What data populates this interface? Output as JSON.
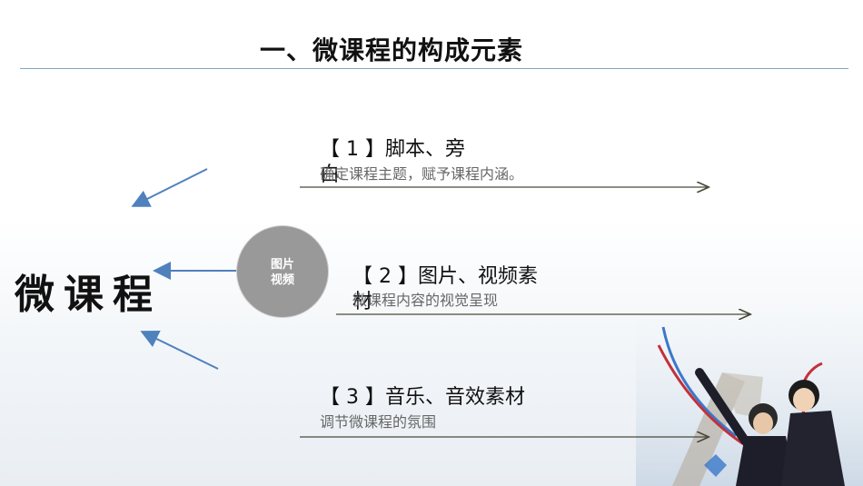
{
  "title": "一、微课程的构成元素",
  "vertical_label": "微课程",
  "circle_label": [
    "图片",
    "视频"
  ],
  "items": [
    {
      "title": "【 1 】脚本、旁白",
      "title_line1": "【 1 】脚本、旁",
      "title_line2": "白",
      "desc": "确定课程主题，赋予课程内涵。"
    },
    {
      "title": "【 2 】图片、视频素材",
      "title_line1": "【 2 】图片、视频素",
      "title_line2": "材",
      "desc": "微课程内容的视觉呈现"
    },
    {
      "title": "【 3 】音乐、音效素材",
      "title_line1": "【 3 】音乐、音效素材",
      "desc": "调节微课程的氛围"
    }
  ]
}
